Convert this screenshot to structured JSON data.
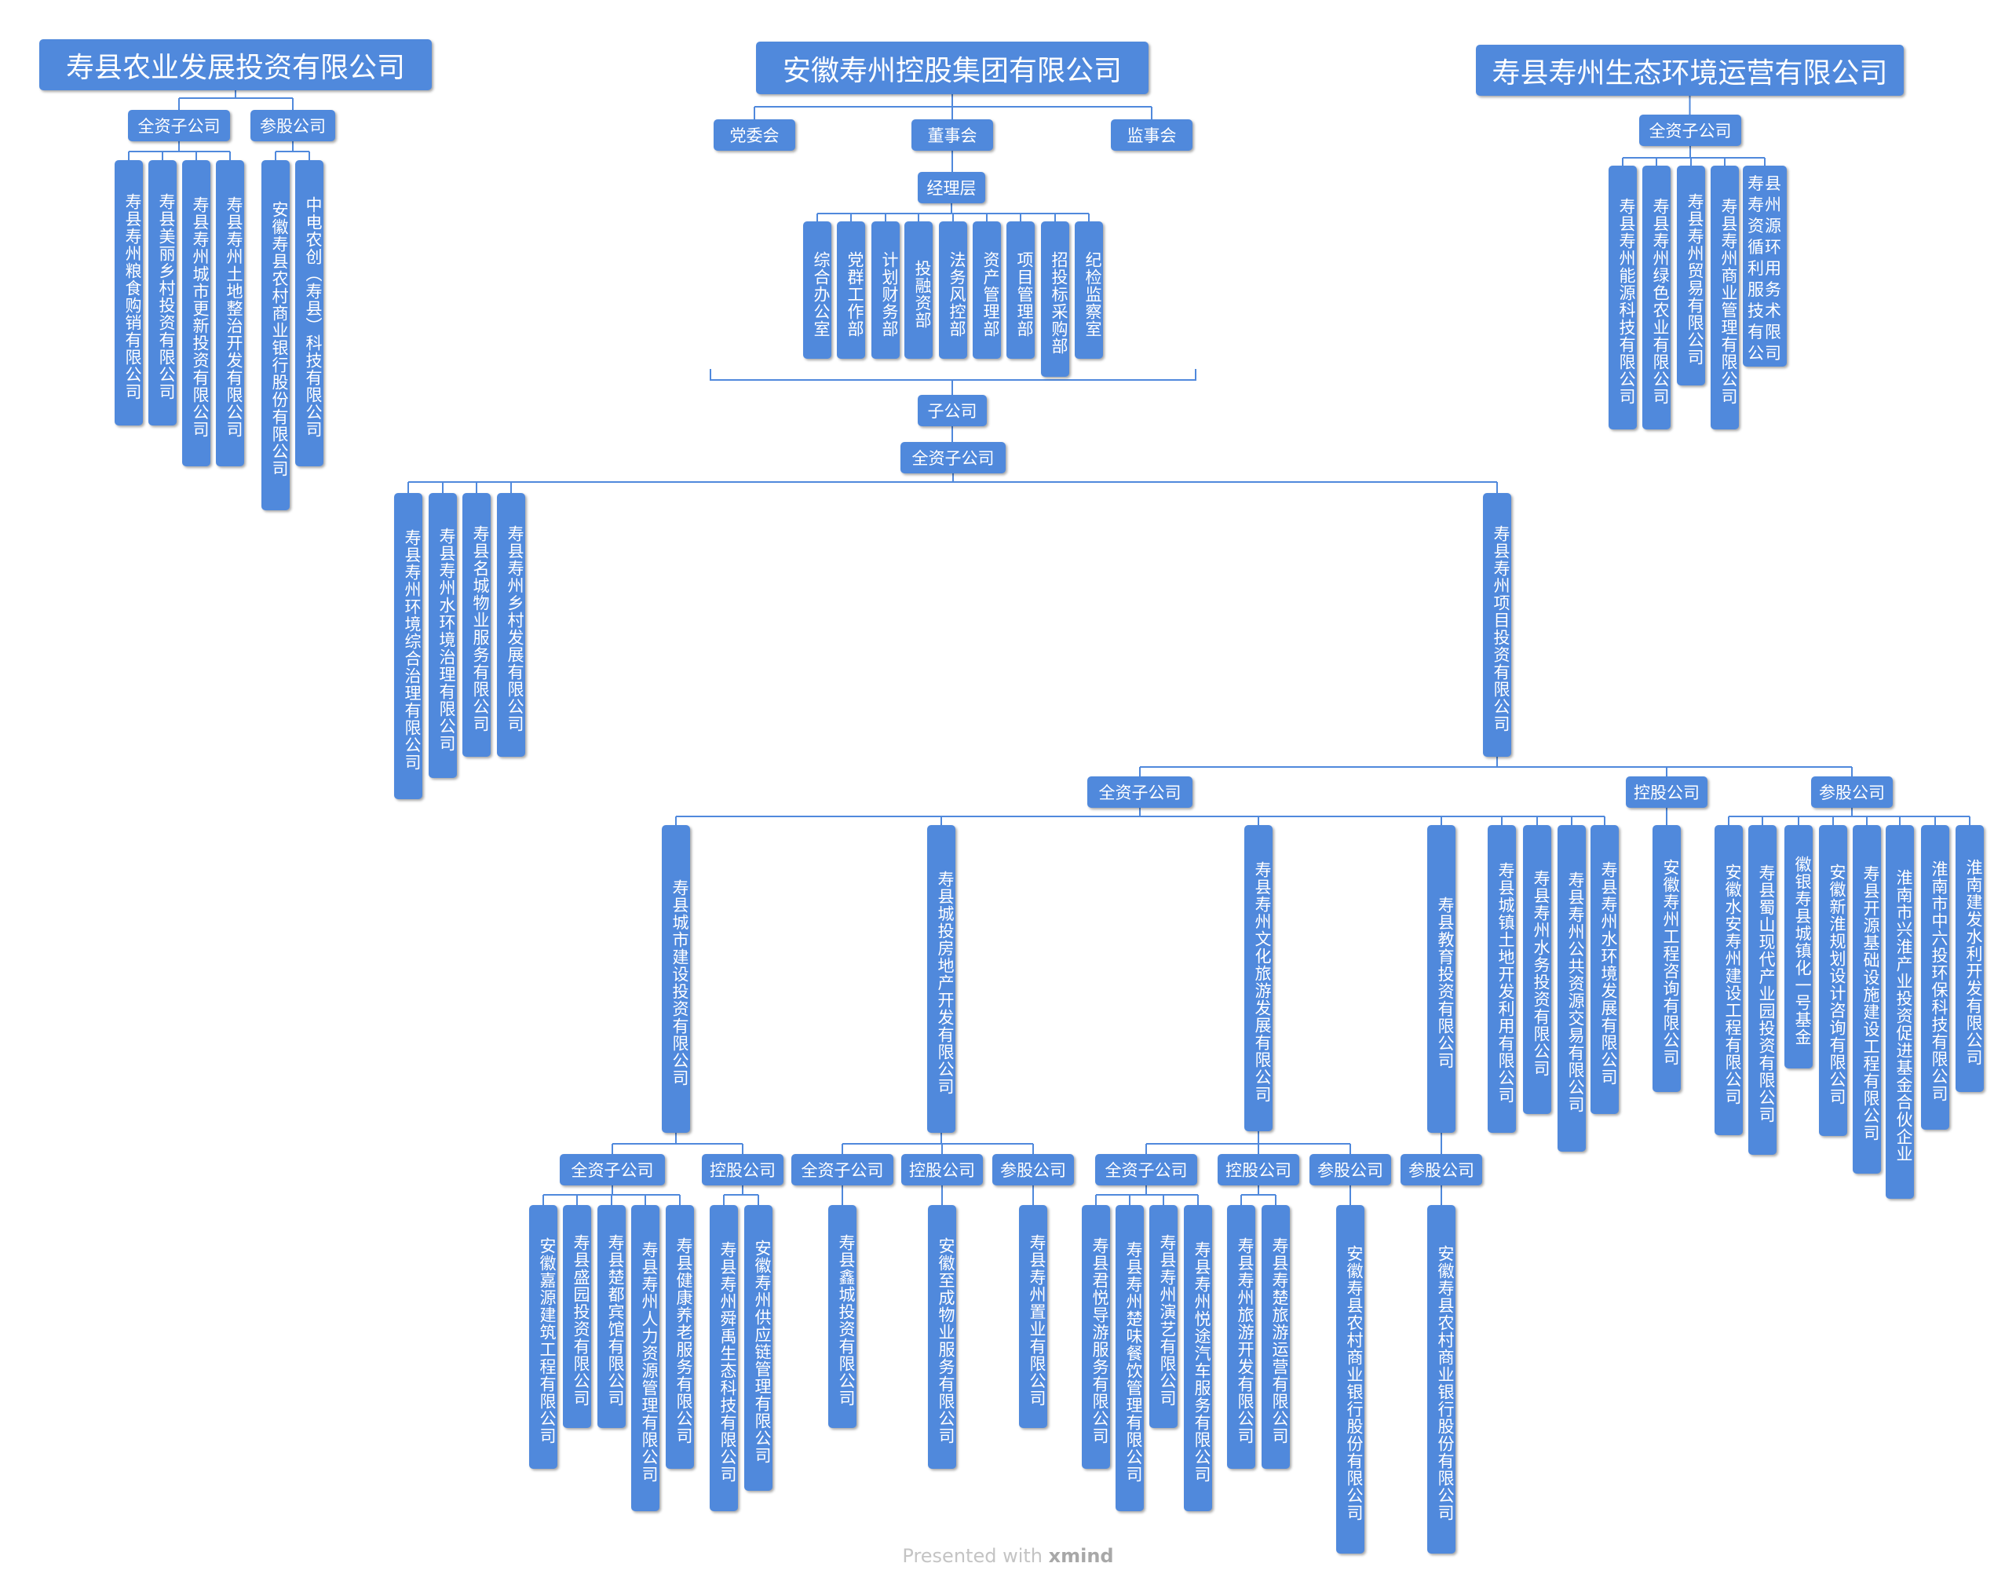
{
  "roots": {
    "agri": "寿县农业发展投资有限公司",
    "group": "安徽寿州控股集团有限公司",
    "eco": "寿县寿州生态环境运营有限公司"
  },
  "labels": {
    "wholly_owned": "全资子公司",
    "equity": "参股公司",
    "holding": "控股公司",
    "party_committee": "党委会",
    "board": "董事会",
    "supervisory": "监事会",
    "management": "经理层",
    "subsidiaries": "子公司"
  },
  "agri": {
    "wholly": [
      "寿县寿州粮食购销有限公司",
      "寿县美丽乡村投资有限公司",
      "寿县寿州城市更新投资有限公司",
      "寿县寿州土地整治开发有限公司"
    ],
    "equity": [
      "安徽寿县农村商业银行股份有限公司",
      "中电农创（寿县）科技有限公司"
    ]
  },
  "eco": {
    "wholly": [
      "寿县寿州能源科技有限公司",
      "寿县寿州绿色农业有限公司",
      "寿县寿州贸易有限公司",
      "寿县寿州商业管理有限公司",
      "寿县寿州资源循环利用服务技术有限公司"
    ]
  },
  "departments": [
    "综合办公室",
    "党群工作部",
    "计划财务部",
    "投融资部",
    "法务风控部",
    "资产管理部",
    "项目管理部",
    "招投标采购部",
    "纪检监察室"
  ],
  "group_wholly": [
    "寿县寿州环境综合治理有限公司",
    "寿县寿州水环境治理有限公司",
    "寿县名城物业服务有限公司",
    "寿县寿州乡村发展有限公司",
    "寿县寿州项目投资有限公司"
  ],
  "project": {
    "wholly": [
      "寿县城市建设投资有限公司",
      "寿县城投房地产开发有限公司",
      "寿县寿州文化旅游发展有限公司",
      "寿县教育投资有限公司",
      "寿县城镇土地开发利用有限公司",
      "寿县寿州水务投资有限公司",
      "寿县寿州公共资源交易有限公司",
      "寿县寿州水环境发展有限公司"
    ],
    "holding": [
      "安徽寿州工程咨询有限公司"
    ],
    "equity": [
      "安徽水安寿州建设工程有限公司",
      "寿县蜀山现代产业园投资有限公司",
      "徽银寿县城镇化一号基金",
      "安徽新淮规划设计咨询有限公司",
      "寿县开源基础设施建设工程有限公司",
      "淮南市兴淮产业投资促进基金合伙企业",
      "淮南市中六投环保科技有限公司",
      "淮南建发水利开发有限公司"
    ]
  },
  "urban": {
    "wholly": [
      "安徽嘉源建筑工程有限公司",
      "寿县盛园投资有限公司",
      "寿县楚都宾馆有限公司",
      "寿县寿州人力资源管理有限公司",
      "寿县健康养老服务有限公司"
    ],
    "holding": [
      "寿县寿州舜禹生态科技有限公司",
      "安徽寿州供应链管理有限公司"
    ]
  },
  "realty": {
    "wholly": [
      "寿县鑫城投资有限公司"
    ],
    "holding": [
      "安徽至成物业服务有限公司"
    ],
    "equity": [
      "寿县寿州置业有限公司"
    ]
  },
  "tourism": {
    "wholly": [
      "寿县君悦导游服务有限公司",
      "寿县寿州楚味餐饮管理有限公司",
      "寿县寿州演艺有限公司",
      "寿县寿州悦途汽车服务有限公司"
    ],
    "holding": [
      "寿县寿州旅游开发有限公司",
      "寿县寿楚旅游运营有限公司"
    ],
    "equity": [
      "安徽寿县农村商业银行股份有限公司"
    ]
  },
  "edu": {
    "equity": [
      "安徽寿县农村商业银行股份有限公司"
    ]
  },
  "footer": {
    "prefix": "Presented with ",
    "brand": "xmind"
  },
  "colors": {
    "node": "#5089dc",
    "line": "#5089dc",
    "text": "#ffffff"
  }
}
